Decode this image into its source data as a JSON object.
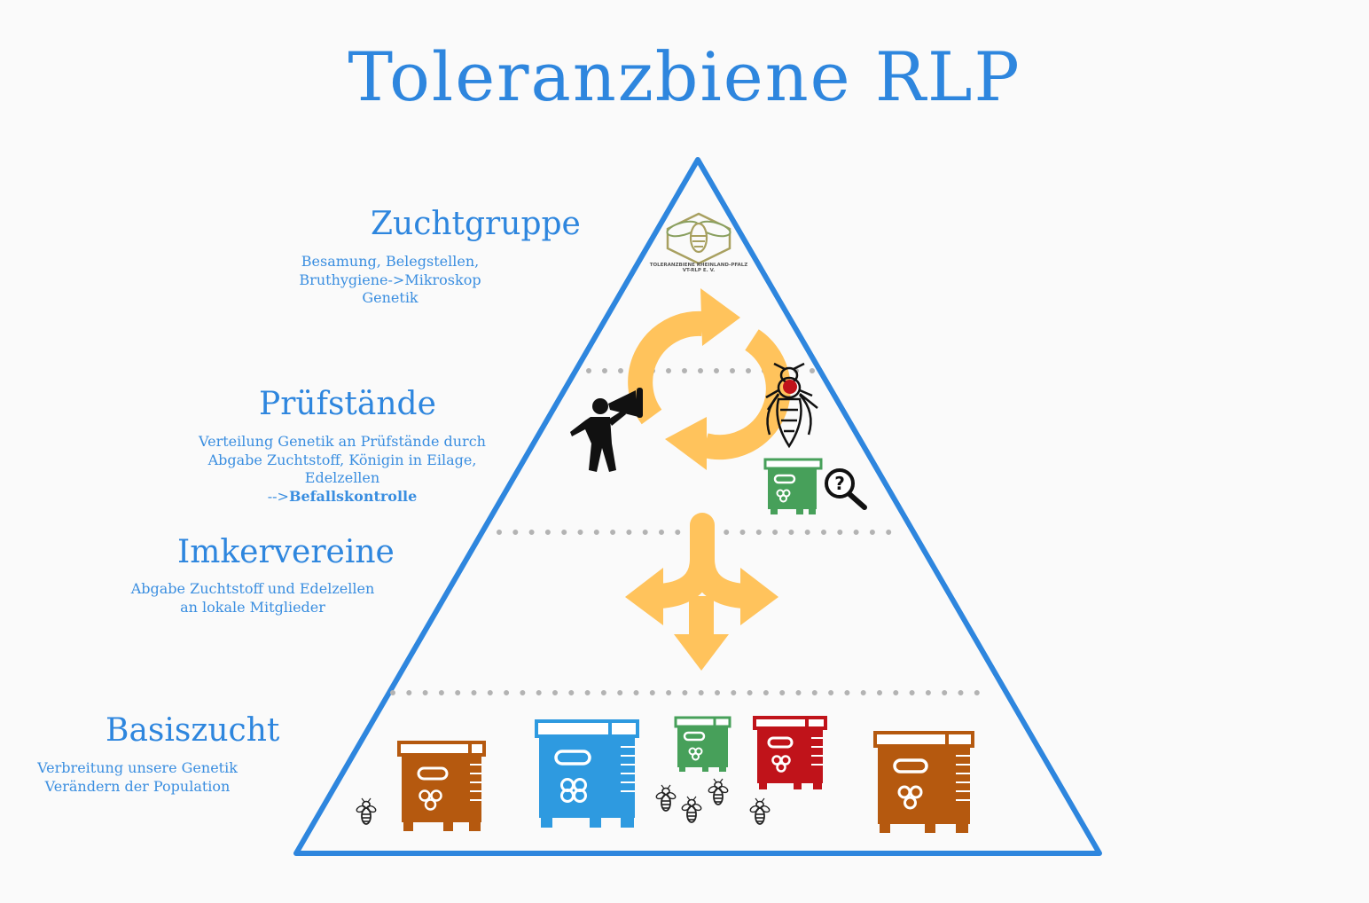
{
  "title": "Toleranzbiene RLP",
  "logo_text": {
    "line1": "TOLERANZBIENE RHEINLAND-PFALZ",
    "line2": "VT-RLP E. V."
  },
  "levels": [
    {
      "heading": "Zuchtgruppe",
      "lines": [
        "Besamung, Belegstellen,",
        "Bruthygiene->Mikroskop",
        "Genetik"
      ]
    },
    {
      "heading": "Prüfstände",
      "lines": [
        "Verteilung Genetik an Prüfstände durch",
        "Abgabe Zuchtstoff, Königin in Eilage,",
        "Edelzellen"
      ],
      "emphasis_prefix": "-->",
      "emphasis": "Befallskontrolle"
    },
    {
      "heading": "Imkervereine",
      "lines": [
        "Abgabe Zuchtstoff und Edelzellen",
        "an lokale Mitglieder"
      ]
    },
    {
      "heading": "Basiszucht",
      "lines": [
        "Verbreitung unsere Genetik",
        "Verändern der Population"
      ]
    }
  ],
  "colors": {
    "title": "#2e86de",
    "triangle": "#2e86de",
    "arrows": "#ffc35c",
    "dots": "#b3b3b3",
    "hive_orange": "#b5590f",
    "hive_blue": "#2e9ae0",
    "hive_green": "#47a05a",
    "hive_red": "#c0131a"
  },
  "icons": [
    "bee-logo-icon",
    "cycle-arrows-icon",
    "megaphone-person-icon",
    "queen-bee-icon",
    "hive-icon",
    "magnifier-question-icon",
    "split-arrows-icon",
    "bee-icon"
  ]
}
